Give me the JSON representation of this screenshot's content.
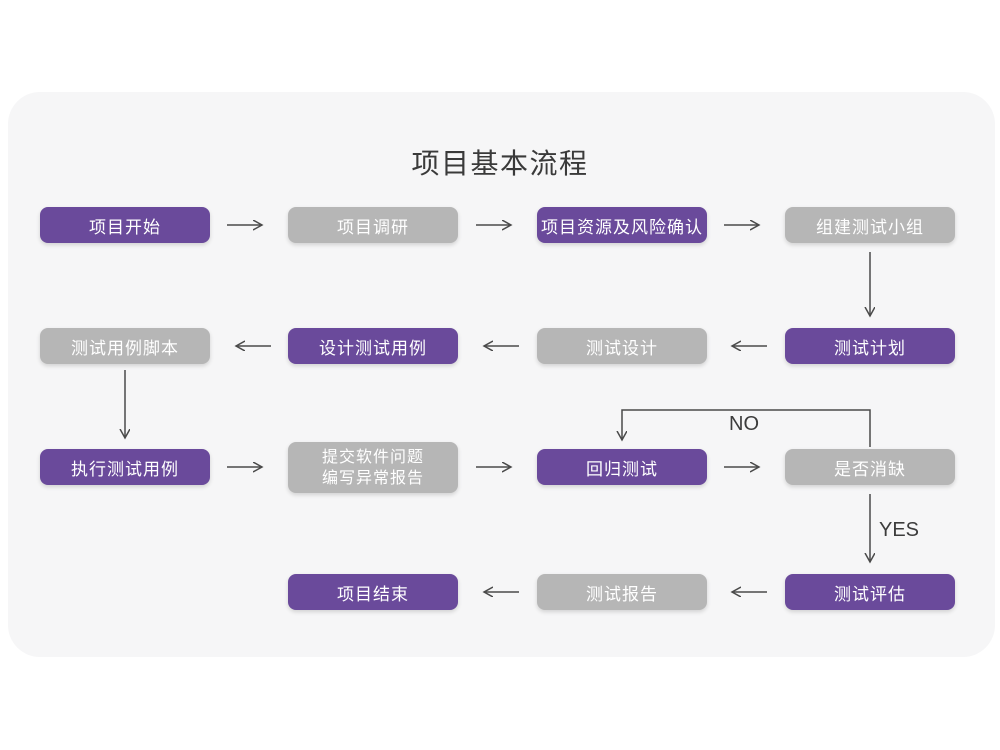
{
  "title": "项目基本流程",
  "colors": {
    "box_purple": "#6a4a9b",
    "box_gray": "#b6b6b6",
    "card_bg": "#f6f6f7",
    "page_bg": "#ffffff",
    "arrow": "#4a4a4a",
    "title_text": "#3a3a3a",
    "node_text": "#ffffff",
    "edge_label_text": "#3c3c3c"
  },
  "flowchart": {
    "nodes": [
      {
        "id": "project-start",
        "label": "项目开始",
        "variant": "purple"
      },
      {
        "id": "project-research",
        "label": "项目调研",
        "variant": "gray"
      },
      {
        "id": "project-resources",
        "label": "项目资源及风险确认",
        "variant": "purple"
      },
      {
        "id": "build-test-team",
        "label": "组建测试小组",
        "variant": "gray"
      },
      {
        "id": "test-plan",
        "label": "测试计划",
        "variant": "purple"
      },
      {
        "id": "test-design",
        "label": "测试设计",
        "variant": "gray"
      },
      {
        "id": "design-test-cases",
        "label": "设计测试用例",
        "variant": "purple"
      },
      {
        "id": "test-case-scripts",
        "label": "测试用例脚本",
        "variant": "gray"
      },
      {
        "id": "execute-test-cases",
        "label": "执行测试用例",
        "variant": "purple"
      },
      {
        "id": "submit-issue-report",
        "label": "提交软件问题",
        "label2": "编写异常报告",
        "variant": "gray"
      },
      {
        "id": "regression-test",
        "label": "回归测试",
        "variant": "purple"
      },
      {
        "id": "defect-resolved",
        "label": "是否消缺",
        "variant": "gray"
      },
      {
        "id": "test-evaluation",
        "label": "测试评估",
        "variant": "purple"
      },
      {
        "id": "test-report",
        "label": "测试报告",
        "variant": "gray"
      },
      {
        "id": "project-end",
        "label": "项目结束",
        "variant": "purple"
      }
    ],
    "edge_labels": {
      "no": "NO",
      "yes": "YES"
    }
  }
}
